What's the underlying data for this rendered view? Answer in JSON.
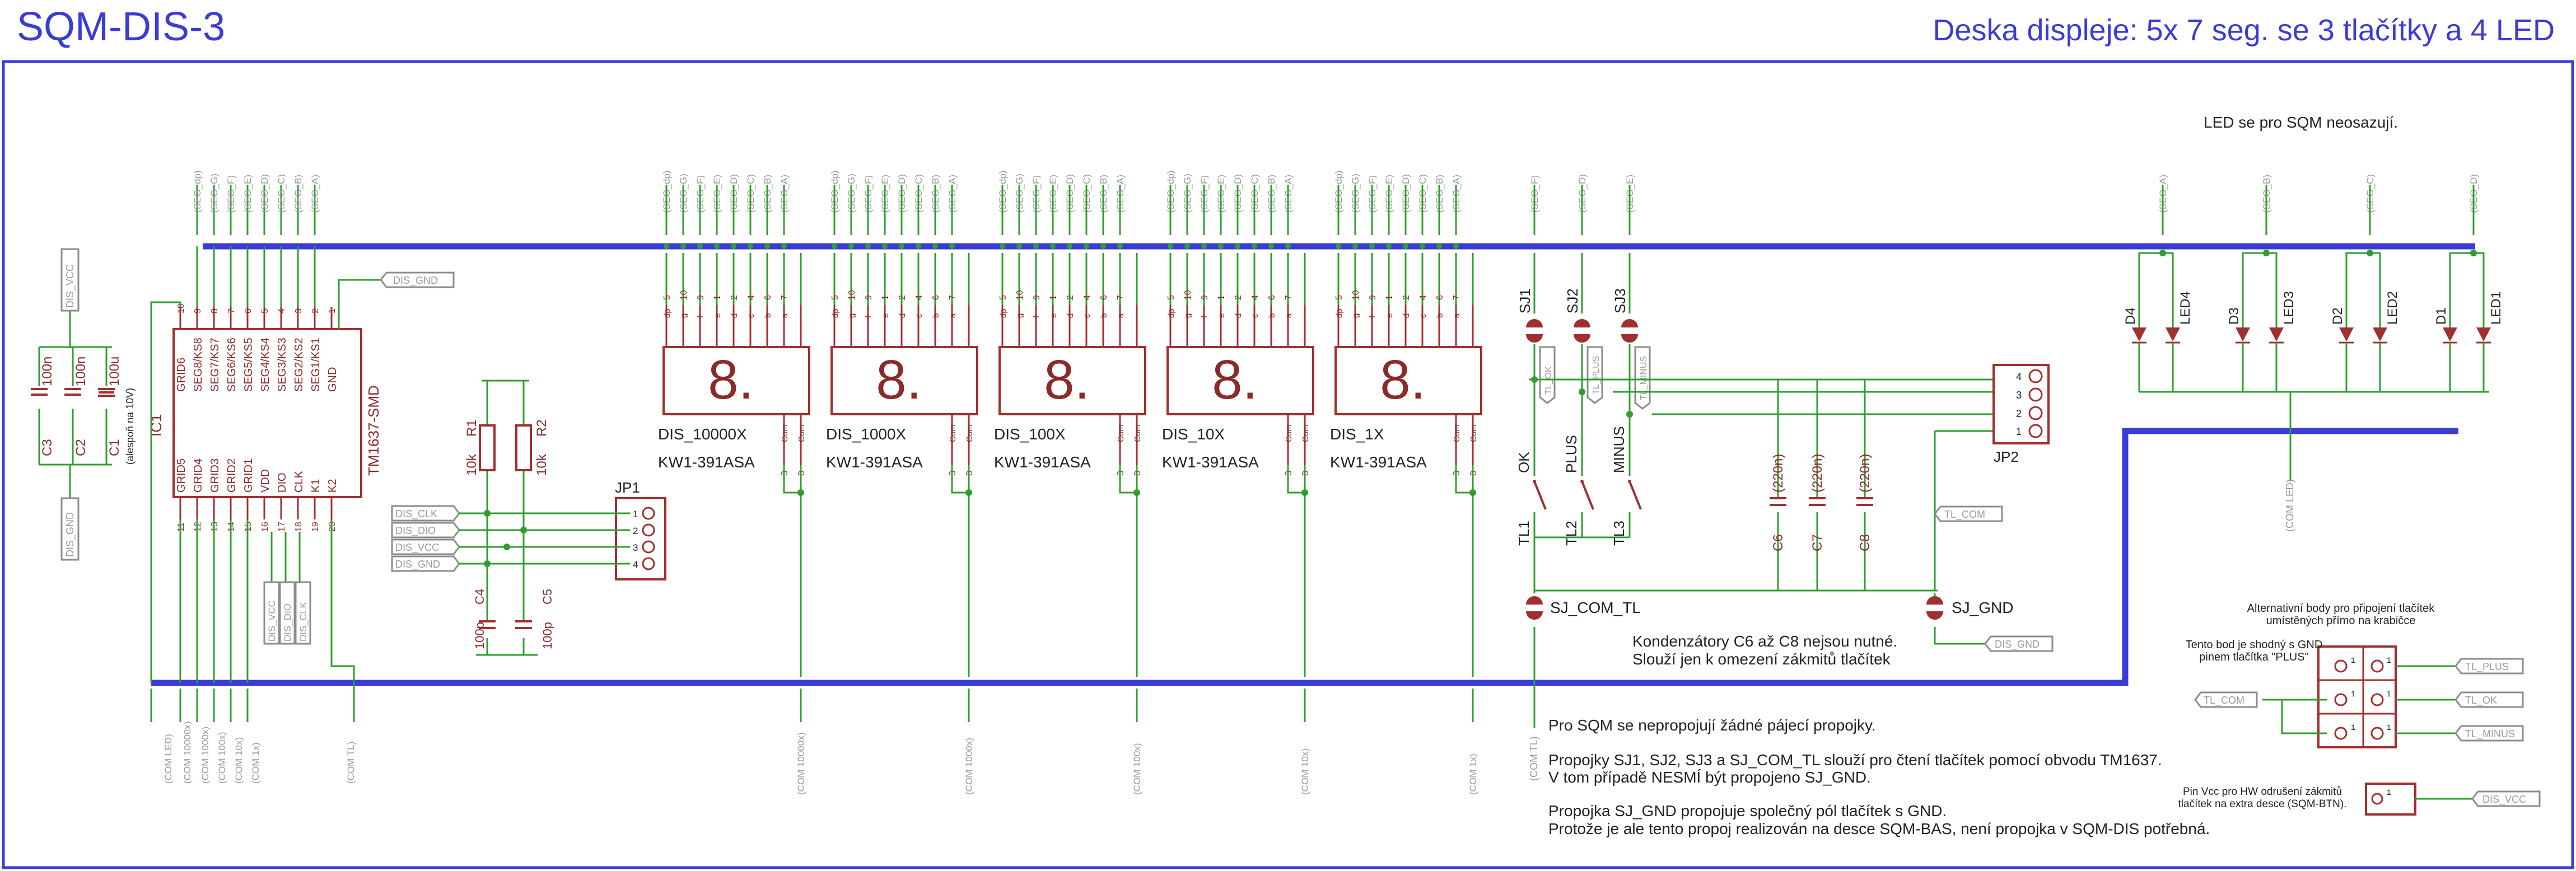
{
  "header": {
    "title": "SQM-DIS-3",
    "subtitle": "Deska displeje: 5x 7 seg. se 3 tlačítky a 4 LED"
  },
  "notes": {
    "led_note": "LED se pro SQM neosazují.",
    "caps_note_1": "Kondenzátory C6 až C8 nejsou nutné.",
    "caps_note_2": "Slouží jen k omezení zákmitů tlačítek",
    "main_1": "Pro SQM se nepropojují žádné pájecí propojky.",
    "main_2": "Propojky SJ1, SJ2, SJ3 a SJ_COM_TL slouží pro čtení tlačítek pomocí obvodu TM1637.",
    "main_3": "V tom případě NESMÍ být propojeno SJ_GND.",
    "main_4": "Propojka SJ_GND propojuje společný pól tlačítek s GND.",
    "main_5": "Protože je ale tento propoj realizován na desce SQM-BAS, není propojka v SQM-DIS potřebná.",
    "alt_1": "Alternativní body pro připojení tlačítek",
    "alt_2": "umístěných přímo na krabičce",
    "plus_1": "Tento bod je shodný s GND",
    "plus_2": "pinem tlačítka \"PLUS\"",
    "vcc_1": "Pin Vcc pro HW odrušení zákmitů",
    "vcc_2": "tlačítek na extra desce (SQM-BTN)."
  },
  "ic1": {
    "ref": "IC1",
    "value": "TM1637-SMD",
    "top_pins": [
      "GRID6",
      "SEG8/KS8",
      "SEG7/KS7",
      "SEG6/KS6",
      "SEG5/KS5",
      "SEG4/KS4",
      "SEG3/KS3",
      "SEG2/KS2",
      "SEG1/KS1",
      "GND"
    ],
    "top_pin_nums": [
      "10",
      "9",
      "8",
      "7",
      "6",
      "5",
      "4",
      "3",
      "2",
      "1"
    ],
    "bottom_pins": [
      "GRID5",
      "GRID4",
      "GRID3",
      "GRID2",
      "GRID1",
      "VDD",
      "DIO",
      "CLK",
      "K1",
      "K2"
    ],
    "bottom_pin_nums": [
      "11",
      "12",
      "13",
      "14",
      "15",
      "16",
      "17",
      "18",
      "19",
      "20"
    ],
    "top_nets": [
      "(SEG_dp)",
      "(SEG_G)",
      "(SEG_F)",
      "(SEG_E)",
      "(SEG_D)",
      "(SEG_C)",
      "(SEG_B)",
      "(SEG_A)"
    ],
    "bottom_nets": [
      "(COM LED)",
      "(COM 10000x)",
      "(COM 1000x)",
      "(COM 100x)",
      "(COM 10x)",
      "(COM 1x)",
      "(COM TL)"
    ],
    "labels": [
      "DIS_GND",
      "DIS_VCC",
      "DIS_DIO",
      "DIS_CLK"
    ]
  },
  "power": {
    "vcc_label": "DIS_VCC",
    "gnd_label": "DIS_GND",
    "caps": [
      {
        "ref": "C3",
        "value": "100n"
      },
      {
        "ref": "C2",
        "value": "100n"
      },
      {
        "ref": "C1",
        "value": "100u"
      }
    ],
    "c1_note": "(alespoň na 10V)"
  },
  "pullups": {
    "resistors": [
      {
        "ref": "R1",
        "value": "10k"
      },
      {
        "ref": "R2",
        "value": "10k"
      }
    ],
    "caps": [
      {
        "ref": "C4",
        "value": "100p"
      },
      {
        "ref": "C5",
        "value": "100p"
      }
    ]
  },
  "jp1": {
    "ref": "JP1",
    "labels": [
      "DIS_CLK",
      "DIS_DIO",
      "DIS_VCC",
      "DIS_GND"
    ],
    "pins": [
      "1",
      "2",
      "3",
      "4"
    ]
  },
  "displays": [
    {
      "name": "DIS_10000X",
      "part": "KW1-391ASA",
      "com": "(COM 10000x)"
    },
    {
      "name": "DIS_1000X",
      "part": "KW1-391ASA",
      "com": "(COM 1000x)"
    },
    {
      "name": "DIS_100X",
      "part": "KW1-391ASA",
      "com": "(COM 100x)"
    },
    {
      "name": "DIS_10X",
      "part": "KW1-391ASA",
      "com": "(COM 10x)"
    },
    {
      "name": "DIS_1X",
      "part": "KW1-391ASA",
      "com": "(COM 1x)"
    }
  ],
  "display_common": {
    "digit": "8.",
    "seg_nets": [
      "(SEG_dp)",
      "(SEG_G)",
      "(SEG_F)",
      "(SEG_E)",
      "(SEG_D)",
      "(SEG_C)",
      "(SEG_B)",
      "(SEG_A)"
    ],
    "pin_letters": [
      "dp",
      "g",
      "f",
      "e",
      "d",
      "c",
      "b",
      "a"
    ],
    "pin_nums": [
      "5",
      "10",
      "9",
      "1",
      "2",
      "4",
      "6",
      "7"
    ],
    "com_label": "Com",
    "com_pins": [
      "3",
      "8"
    ]
  },
  "buttons": {
    "jumpers": [
      {
        "ref": "SJ1",
        "net": "(SEG_F)",
        "label": "TL_OK"
      },
      {
        "ref": "SJ2",
        "net": "(SEG_D)",
        "label": "TL_PLUS"
      },
      {
        "ref": "SJ3",
        "net": "(SEG_E)",
        "label": "TL_MINUS"
      }
    ],
    "switches": [
      {
        "ref": "TL1",
        "name": "OK"
      },
      {
        "ref": "TL2",
        "name": "PLUS"
      },
      {
        "ref": "TL3",
        "name": "MINUS"
      }
    ],
    "sj_com": "SJ_COM_TL",
    "sj_gnd": "SJ_GND",
    "com_net": "(COM TL)",
    "tl_com": "TL_COM",
    "dis_gnd": "DIS_GND",
    "caps": [
      {
        "ref": "C6",
        "value": "(220n)"
      },
      {
        "ref": "C7",
        "value": "(220n)"
      },
      {
        "ref": "C8",
        "value": "(220n)"
      }
    ],
    "jp2": {
      "ref": "JP2",
      "pins": [
        "4",
        "3",
        "2",
        "1"
      ]
    }
  },
  "leds": {
    "items": [
      {
        "ref": "LED4",
        "d": "D4",
        "net": "(SEG_A)"
      },
      {
        "ref": "LED3",
        "d": "D3",
        "net": "(SEG_B)"
      },
      {
        "ref": "LED2",
        "d": "D2",
        "net": "(SEG_C)"
      },
      {
        "ref": "LED1",
        "d": "D1",
        "net": "(SEG_D)"
      }
    ],
    "com_net": "(COM LED)"
  },
  "alt_conn": {
    "right_labels": [
      "TL_PLUS",
      "TL_OK",
      "TL_MINUS"
    ],
    "left_label": "TL_COM",
    "vcc_label": "DIS_VCC",
    "pin_one": "1"
  }
}
